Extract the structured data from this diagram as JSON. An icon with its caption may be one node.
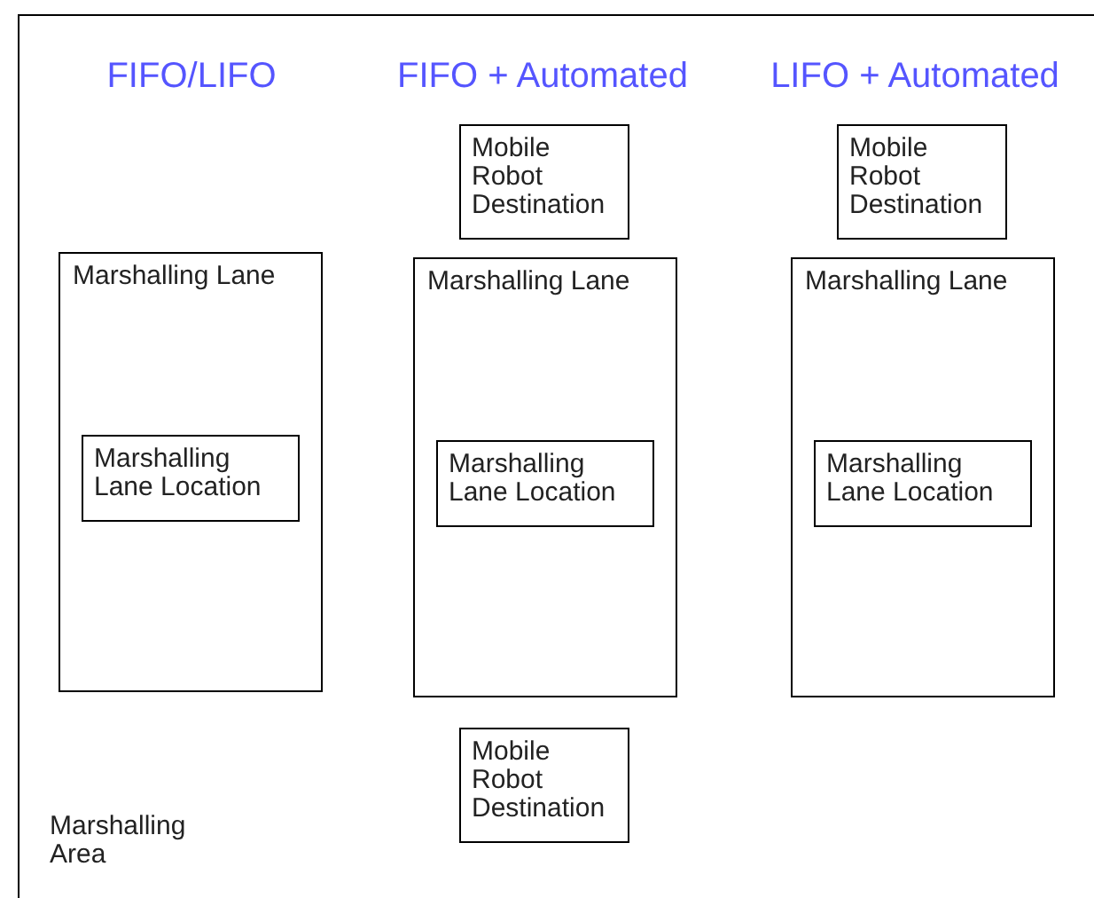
{
  "diagram": {
    "nodes": [
      {
        "text": [
          "Marshalling Area"
        ]
      },
      {
        "text": [
          "Marshalling Lane"
        ],
        "in": 0
      },
      {
        "text": [
          "Marshalling Lane Location"
        ],
        "in": 1
      },
      {
        "text": [
          "Mobile Robot Destination"
        ],
        "in": 0
      },
      {
        "text": [
          "Marshalling Lane"
        ],
        "in": 0
      },
      {
        "text": [
          "Marshalling Lane Location"
        ],
        "in": 4
      },
      {
        "text": [
          "Mobile Robot Destination"
        ],
        "in": 0
      },
      {
        "text": [
          "Mobile Robot Destination"
        ],
        "in": 0
      },
      {
        "text": [
          "Marshalling Lane"
        ],
        "in": 0
      },
      {
        "text": [
          "Marshalling Lane Location"
        ],
        "in": 8
      }
    ],
    "labels": [
      "FIFO/LIFO",
      "FIFO + Automated",
      "LIFO + Automated"
    ]
  }
}
